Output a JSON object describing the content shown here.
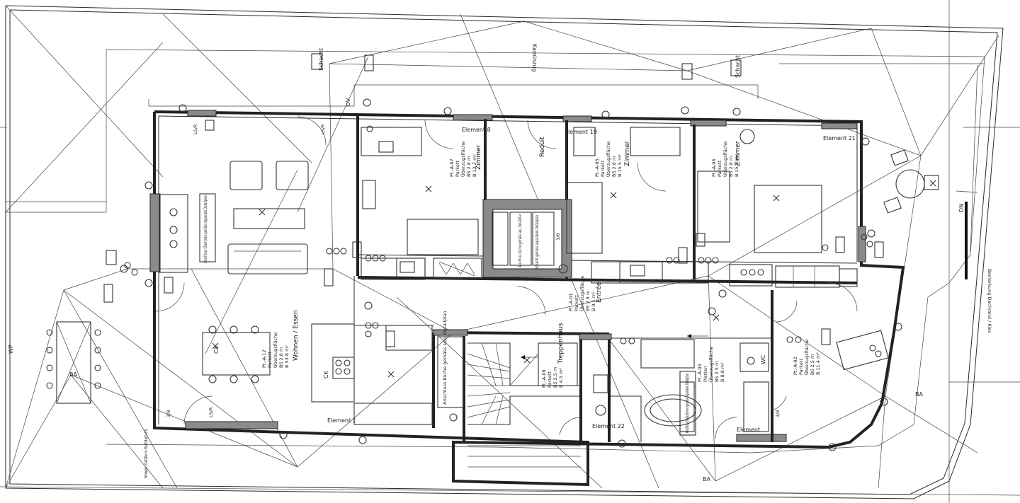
{
  "labels": {
    "wohnen_essen": "Wohnen / Essen",
    "zimmer_1": "Zimmer",
    "zimmer_2": "Zimmer",
    "zimmer_3": "Zimmer",
    "entree": "Entrée",
    "reduit": "Reduit",
    "treppenhaus": "Treppenhaus",
    "element_1": "Element 1",
    "element_19": "Element 19",
    "element_21": "Element 21",
    "element_22": "Element 22",
    "element_bad": "Element",
    "element_kueche": "Element 8",
    "uv": "UV",
    "schacht_1": "Schacht",
    "schacht_2": "Schacht",
    "kaminzug": "Kaminzug",
    "ba": "BA",
    "ba_2": "BA",
    "ba_3": "BA",
    "wp": "WP",
    "ls": "LS/R",
    "ls_2": "LS/R",
    "ls_3": "LS/R",
    "jd": "3/8",
    "jd_2": "3/8",
    "jd_3": "3/8",
    "ck": "CK",
    "cx": "CX",
    "wc": "WC",
    "dn": "DN"
  },
  "room_notes": {
    "wohnen": [
      "Pt.-A-12",
      "Parkett",
      "Überzugsfläche",
      "BS 2.8 m",
      "B 53.8 m²"
    ],
    "zimmer_a": [
      "Pt.-A-07",
      "Parkett",
      "Überzugsfläche",
      "BS 2.8 m",
      "B 12.7 m²"
    ],
    "zimmer_b": [
      "Pt.-A-05",
      "Parkett",
      "Überzugsfläche",
      "BS 2.8 m",
      "B 15.5 m²"
    ],
    "zimmer_c": [
      "Pt.-A-06",
      "Parkett",
      "Überzugsfläche",
      "BS 2.8 m",
      "B 15.5 m²"
    ],
    "entree": [
      "Pt.-A-01",
      "Parkett",
      "Überzugsfläche",
      "BS 2.8 m",
      "B 9.1 m²"
    ],
    "bad": [
      "Pt.-A-03",
      "Platten",
      "Überzugsfläche",
      "BS 2.5 m",
      "B 8.8 m²"
    ],
    "zimmer_d": [
      "Pt.-A-02",
      "Parkett",
      "Überzugsfläche",
      "BS 2.5 m",
      "B 11.4 m²"
    ],
    "treppe": [
      "Pt.-A-08",
      "Parkett",
      "BS 2.5 m",
      "B 4.5 m²"
    ]
  },
  "wall_notes": {
    "kueche_anschluss": "Anschluss Küche gemäss sep. Detailplan",
    "cheminee": "Anschluss Cheminée gemäss Apparate Detailplan",
    "schacht_detail": "Schacht gemäss separatem Detailplan",
    "bad_detail": "Anschluss Badezimmer gemäss separatem Detailplan",
    "kueche_2": "Anschluss Küche gemäss sep. Detailplan",
    "bemerkung": "Bemerkung Dachrand / Kies",
    "hinweis_left": "Hinweis: Gefälle in Flachdach 2%"
  },
  "colors": {
    "line": "#2a2a2a",
    "wall_fill": "#8a8a8a",
    "paper": "#ffffff"
  }
}
